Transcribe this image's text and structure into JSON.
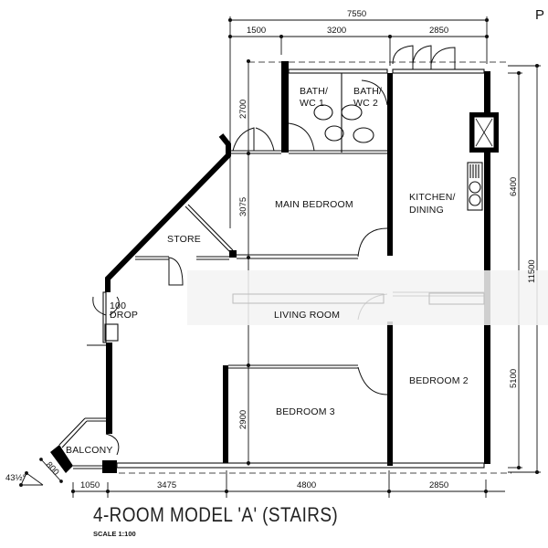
{
  "title": "4-ROOM MODEL 'A' (STAIRS)",
  "scale": "SCALE  1:100",
  "corner_text": "P",
  "rooms": {
    "bath1_line1": "BATH/",
    "bath1_line2": "WC  1",
    "bath2_line1": "BATH/",
    "bath2_line2": "WC  2",
    "main_bedroom": "MAIN BEDROOM",
    "kitchen_line1": "KITCHEN/",
    "kitchen_line2": "DINING",
    "store": "STORE",
    "drop_line1": "100",
    "drop_line2": "DROP",
    "living_room": "LIVING ROOM",
    "bedroom2": "BEDROOM 2",
    "bedroom3": "BEDROOM 3",
    "balcony": "BALCONY"
  },
  "dimensions": {
    "top_total": "7550",
    "top_1": "1500",
    "top_2": "3200",
    "top_3": "2850",
    "left_bath": "2700",
    "left_main_bedroom": "3075",
    "left_bedroom3": "2900",
    "right_kitchen": "6400",
    "right_bedroom2": "5100",
    "right_total": "11500",
    "bottom_1": "1050",
    "bottom_2": "3475",
    "bottom_3": "4800",
    "bottom_4": "2850",
    "balcony_width": "800",
    "angle": "43½°"
  },
  "colors": {
    "wall": "#000000",
    "line": "#111111",
    "background": "#ffffff"
  }
}
